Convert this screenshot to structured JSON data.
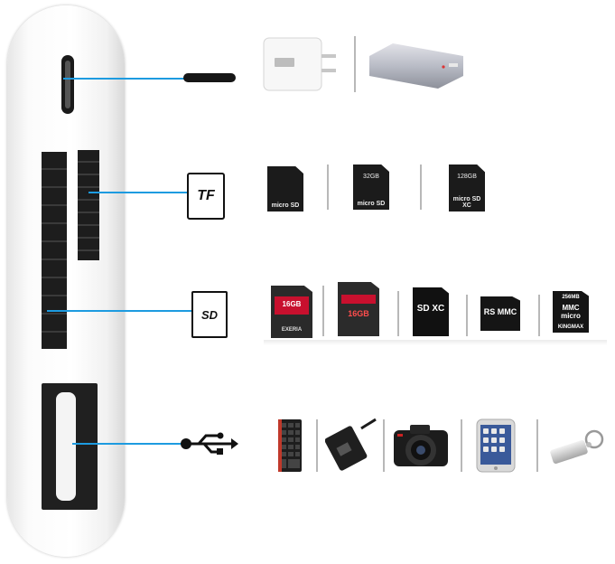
{
  "symbols": {
    "tf": "TF",
    "sd": "SD"
  },
  "tf_cards": [
    {
      "capacity": "",
      "label": "micro SD"
    },
    {
      "capacity": "32GB",
      "label": "micro SD"
    },
    {
      "capacity": "128GB",
      "label": "micro SD XC"
    }
  ],
  "sd_cards": [
    {
      "capacity": "16GB",
      "label": "EXERIA"
    },
    {
      "capacity": "16GB",
      "label": ""
    },
    {
      "capacity": "",
      "label": "SD XC"
    },
    {
      "capacity": "",
      "label": "RS MMC"
    },
    {
      "capacity": "256MB",
      "label": "MMC micro"
    }
  ],
  "sd_sub": {
    "kingmax": "KINGMAX"
  },
  "usb_devices": [
    "keyboard-icon",
    "ethernet-adapter-icon",
    "camera-icon",
    "phone-icon",
    "usb-drive-icon"
  ],
  "power_devices": [
    "wall-charger-icon",
    "power-bank-icon"
  ],
  "colors": {
    "connector_line": "#1d9be0",
    "adapter": "#f5f5f5",
    "card": "#1b1b1b",
    "sd_red": "#c8102e"
  }
}
